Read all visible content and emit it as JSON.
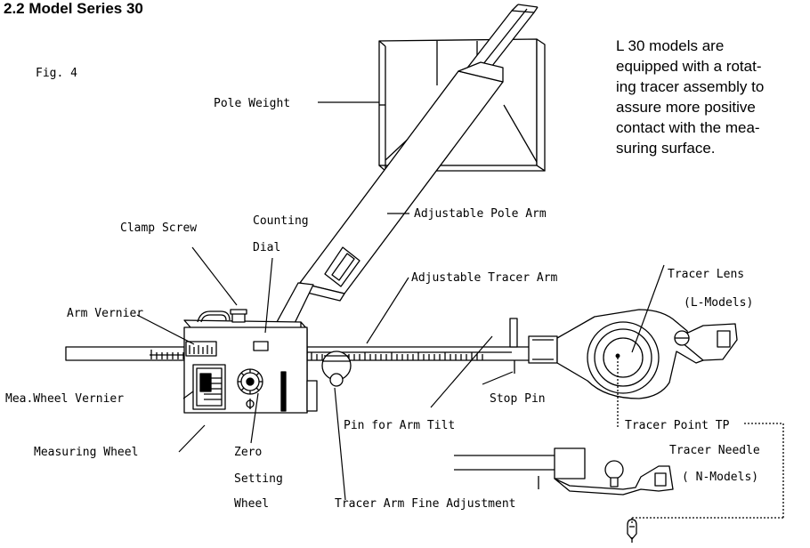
{
  "header": {
    "title": "2.2  Model Series 30",
    "figure_label": "Fig. 4"
  },
  "description": {
    "lines": [
      "L 30 models are",
      "equipped  with a rotat-",
      "ing tracer assembly to",
      "assure more positive",
      "contact with the mea-",
      "suring surface."
    ]
  },
  "labels": {
    "pole_weight": "Pole Weight",
    "adjustable_pole_arm": "Adjustable Pole Arm",
    "clamp_screw": "Clamp Screw",
    "counting_dial_1": "Counting",
    "counting_dial_2": "Dial",
    "adjustable_tracer_arm": "Adjustable Tracer Arm",
    "tracer_lens": "Tracer Lens",
    "l_models": "(L-Models)",
    "arm_vernier": "Arm  Vernier",
    "mea_wheel_vernier": "Mea.Wheel Vernier",
    "stop_pin": "Stop Pin",
    "pin_for_arm_tilt": "Pin for Arm Tilt",
    "tracer_point": "Tracer Point TP",
    "measuring_wheel": "Measuring Wheel",
    "zero_1": "Zero",
    "zero_2": "Setting",
    "zero_3": "Wheel",
    "tracer_arm_fine": "Tracer Arm Fine Adjustment",
    "tracer_needle": "Tracer Needle",
    "n_models": "( N-Models)"
  }
}
